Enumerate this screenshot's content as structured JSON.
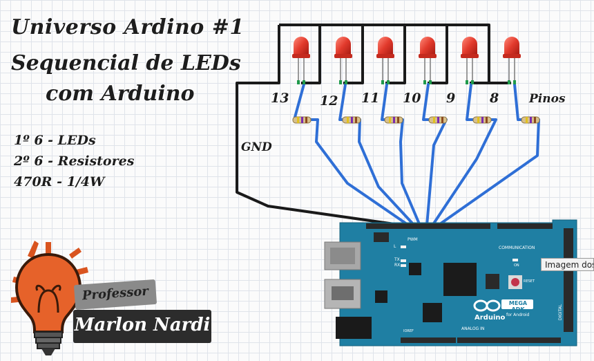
{
  "title": {
    "line1": "Universo Ardino #1",
    "line2": "Sequencial de LEDs",
    "line3": "com Arduino"
  },
  "specs": [
    "1º 6 - LEDs",
    "2º 6 - Resistores",
    "470R - 1/4W"
  ],
  "pins": [
    "13",
    "12",
    "11",
    "10",
    "9",
    "8"
  ],
  "labels": {
    "gnd": "GND",
    "pinos": "Pinos"
  },
  "board": {
    "brand": "Arduino",
    "model": "MEGA ADK",
    "model_sub": "for Android",
    "pwm": "PWM",
    "communication": "COMMUNICATION",
    "analog_in": "ANALOG IN",
    "digital": "DIGITAL",
    "reset": "RESET",
    "tx": "TX",
    "rx": "RX",
    "on": "ON",
    "l": "L",
    "ioref": "IOREF"
  },
  "tooltip": "Imagem dos",
  "logo": {
    "professor": "Professor",
    "name": "Marlon Nardi"
  },
  "colors": {
    "wire_blue": "#2f6fd6",
    "wire_black": "#1a1a1a",
    "led_red": "#e23a2c",
    "lead_green": "#1f9a4a",
    "board_teal": "#1f7fa3",
    "bulb_orange": "#e6622a"
  }
}
